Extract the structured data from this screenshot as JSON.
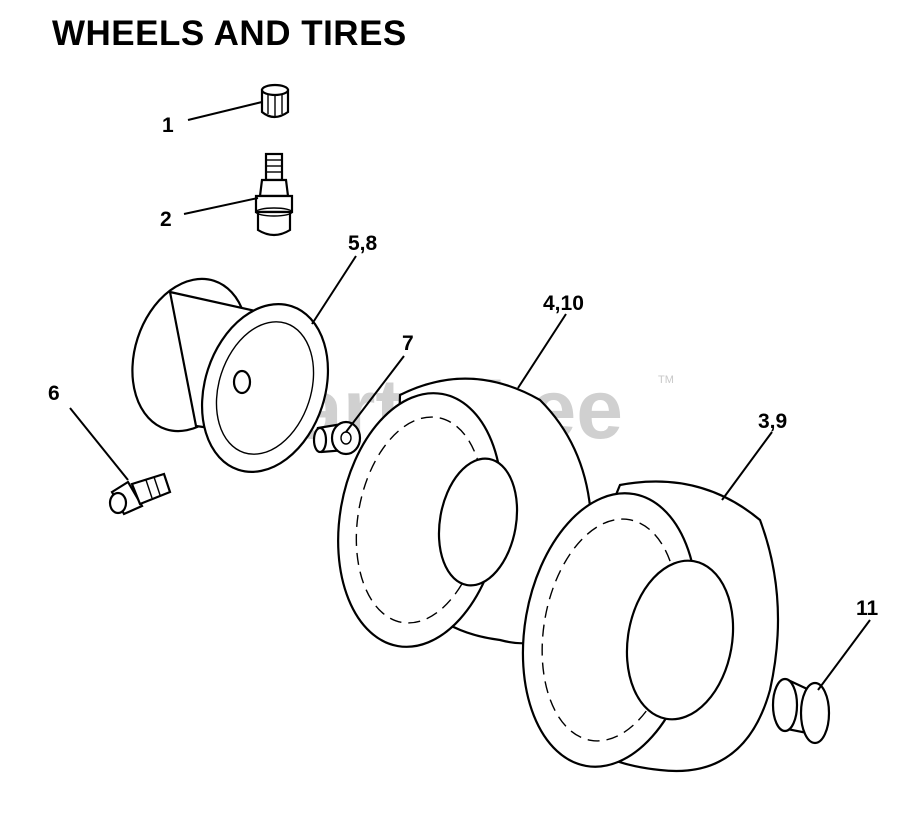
{
  "title": "WHEELS AND TIRES",
  "watermark": {
    "text": "PartsTree",
    "trademark": "TM"
  },
  "callouts": [
    {
      "id": "1",
      "label": "1",
      "part": "valve-cap"
    },
    {
      "id": "2",
      "label": "2",
      "part": "valve-stem"
    },
    {
      "id": "3",
      "label": "5,8",
      "part": "rim"
    },
    {
      "id": "4",
      "label": "7",
      "part": "bushing"
    },
    {
      "id": "5",
      "label": "4,10",
      "part": "front-tire"
    },
    {
      "id": "6",
      "label": "6",
      "part": "grease-fitting"
    },
    {
      "id": "7",
      "label": "3,9",
      "part": "rear-tire"
    },
    {
      "id": "8",
      "label": "11",
      "part": "hub-cap"
    }
  ],
  "colors": {
    "line": "#000000",
    "background": "#ffffff",
    "watermark": "#d0d0d0"
  }
}
